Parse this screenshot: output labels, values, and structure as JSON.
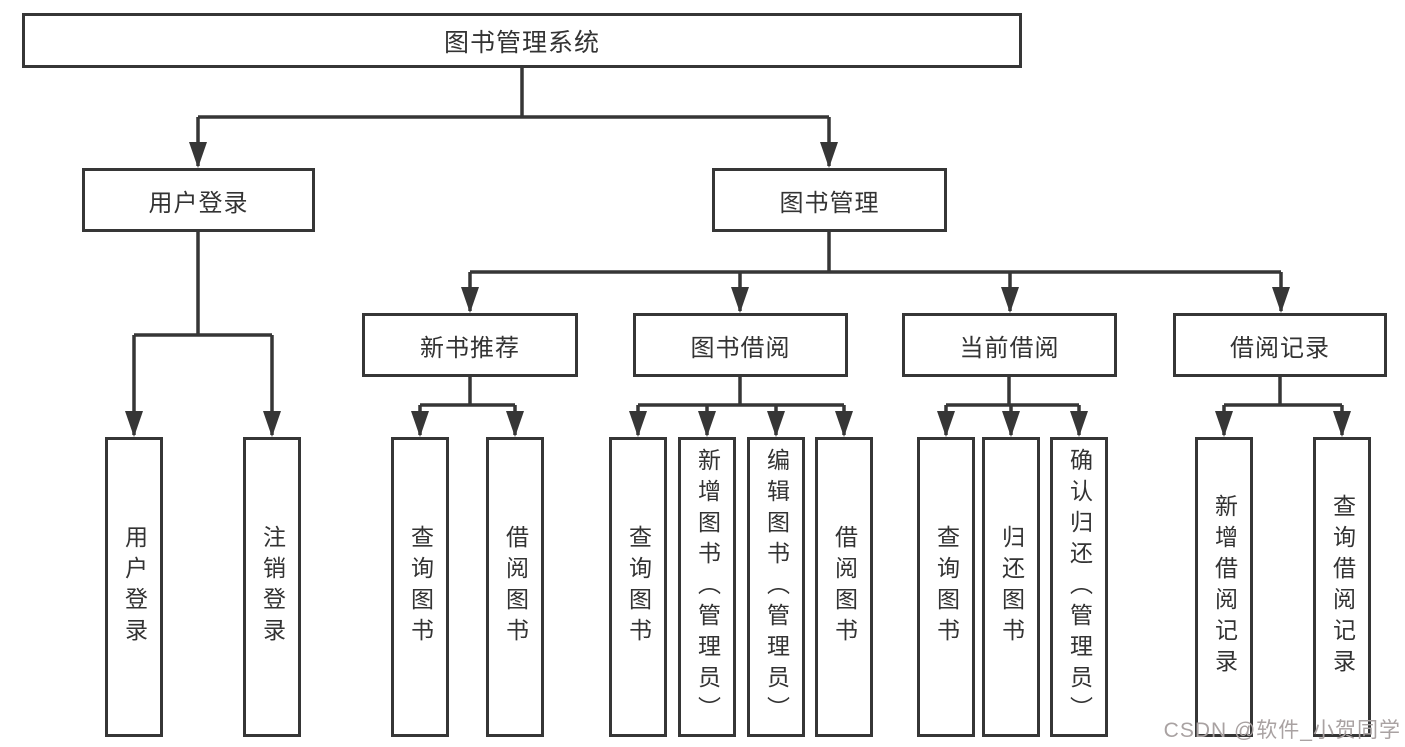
{
  "diagram_title": "图书管理系统",
  "nodes": {
    "root": {
      "label": "图书管理系统"
    },
    "user_login": {
      "label": "用户登录"
    },
    "book_mgmt": {
      "label": "图书管理"
    },
    "new_book_rec": {
      "label": "新书推荐"
    },
    "book_borrow": {
      "label": "图书借阅"
    },
    "current_borrow": {
      "label": "当前借阅"
    },
    "borrow_records": {
      "label": "借阅记录"
    },
    "leaf_user_login": {
      "label": "用户登录"
    },
    "leaf_logout": {
      "label": "注销登录"
    },
    "leaf_query_books_rec": {
      "label": "查询图书"
    },
    "leaf_borrow_books_rec": {
      "label": "借阅图书"
    },
    "leaf_query_books_borrow": {
      "label": "查询图书"
    },
    "leaf_add_book": {
      "label": "新增图书（管理员）"
    },
    "leaf_edit_book": {
      "label": "编辑图书（管理员）"
    },
    "leaf_borrow_books_borrow": {
      "label": "借阅图书"
    },
    "leaf_query_books_current": {
      "label": "查询图书"
    },
    "leaf_return_book": {
      "label": "归还图书"
    },
    "leaf_confirm_return": {
      "label": "确认归还（管理员）"
    },
    "leaf_add_borrow_record": {
      "label": "新增借阅记录"
    },
    "leaf_query_borrow_record": {
      "label": "查询借阅记录"
    }
  },
  "watermark": "CSDN @软件_小贺同学",
  "colors": {
    "line": "#363636",
    "text": "#333333",
    "watermark": "#a9a2a2",
    "background": "#ffffff"
  }
}
